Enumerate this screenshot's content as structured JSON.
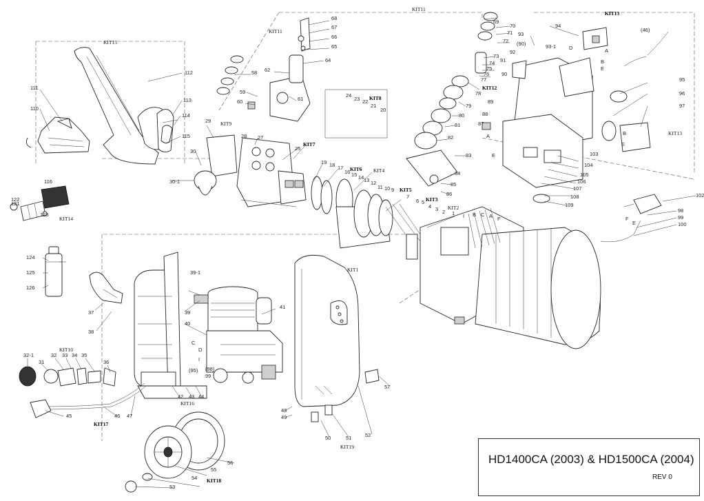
{
  "title": "HD1400CA (2003) & HD1500CA (2004)",
  "revision": "REV 0",
  "kits": {
    "kit1": "KIT1",
    "kit2": "KIT2",
    "kit3": "KIT3",
    "kit4": "KIT4",
    "kit5": "KIT5",
    "kit6": "KIT6",
    "kit7": "KIT7",
    "kit8": "KIT8",
    "kit9": "KIT9",
    "kit10": "KIT10",
    "kit11a": "KIT11",
    "kit11b": "KIT11",
    "kit12": "KIT12",
    "kit13a": "KIT13",
    "kit13b": "KIT13",
    "kit14": "KIT14",
    "kit15": "KIT15",
    "kit16": "KIT16",
    "kit17": "KIT17",
    "kit18": "KIT18",
    "kit19": "KIT19"
  },
  "callouts": {
    "c1": "1",
    "c2": "2",
    "c3": "3",
    "c4": "4",
    "c5": "5",
    "c6": "6",
    "c7": "7",
    "c9": "9",
    "c10": "10",
    "c11": "11",
    "c12": "12",
    "c13": "13",
    "c14": "14",
    "c15": "15",
    "c16": "16",
    "c17": "17",
    "c18": "18",
    "c19": "19",
    "c20": "20",
    "c21": "21",
    "c22": "22",
    "c23": "23",
    "c24": "24",
    "c25": "25",
    "c27": "27",
    "c28": "28",
    "c29": "29",
    "c30": "30",
    "c30_1": "30-1",
    "c31": "31",
    "c32": "32",
    "c32_1": "32-1",
    "c33": "33",
    "c34": "34",
    "c35": "35",
    "c36": "36",
    "c37": "37",
    "c38": "38",
    "c39": "39",
    "c39_1": "39-1",
    "c40": "40",
    "c41": "41",
    "c42": "42",
    "c43": "43",
    "c44": "44",
    "c45": "45",
    "c46": "46",
    "c47": "47",
    "c48": "48",
    "c49": "49",
    "c50": "50",
    "c51": "51",
    "c52": "52",
    "c53": "53",
    "c54": "54",
    "c55": "55",
    "c56": "56",
    "c57": "57",
    "c58": "58",
    "c59": "59",
    "c60": "60",
    "c61": "61",
    "c62": "62",
    "c64": "64",
    "c65": "65",
    "c66": "66",
    "c67": "67",
    "c68": "68",
    "c69": "69",
    "c70": "70",
    "c71": "71",
    "c72": "72",
    "c73": "73",
    "c74": "74",
    "c75": "75",
    "c76": "76",
    "c77": "77",
    "c78": "78",
    "c79": "79",
    "c80": "80",
    "c81": "81",
    "c82": "82",
    "c83": "83",
    "c84": "84",
    "c85": "85",
    "c86": "86",
    "c87": "87",
    "c88": "88",
    "c89": "89",
    "c90": "90",
    "c90p": "(90)",
    "c91": "91",
    "c92": "92",
    "c93": "93",
    "c93_1": "93-1",
    "c94": "94",
    "c95": "95",
    "c95p": "(95)",
    "c96": "96",
    "c97": "97",
    "c98": "98",
    "c98p": "(98)",
    "c99": "99",
    "c99b": "99",
    "c100": "100",
    "c102": "102",
    "c103": "103",
    "c104": "104",
    "c105": "105",
    "c106": "106",
    "c107": "107",
    "c108": "108",
    "c109": "109",
    "c110": "110",
    "c111": "111",
    "c112": "112",
    "c113": "113",
    "c114": "114",
    "c115": "115",
    "c116": "116",
    "c121": "121",
    "c122": "122",
    "c123": "123",
    "c124": "124",
    "c125": "125",
    "c126": "126",
    "c46p": "(46)"
  },
  "wire_letters": {
    "A": "A",
    "B": "B",
    "C": "C",
    "D": "D",
    "E": "E",
    "F": "F",
    "I": "I"
  }
}
